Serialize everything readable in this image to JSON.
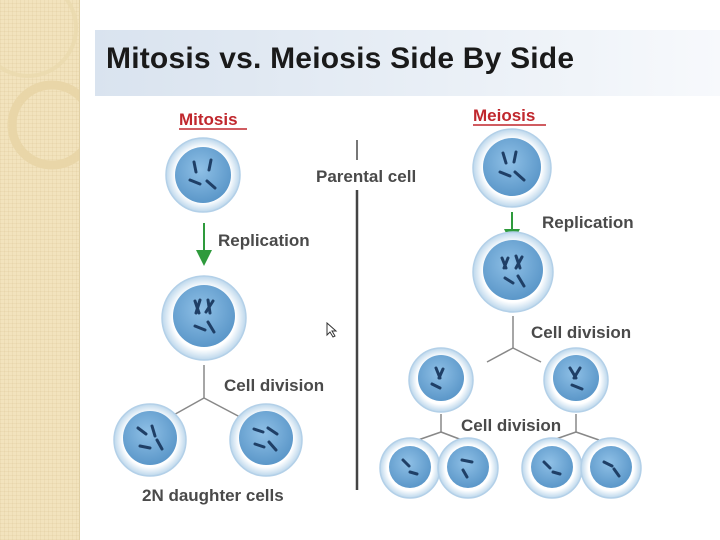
{
  "title": "Mitosis vs. Meiosis Side By Side",
  "colors": {
    "sidebar": "#f2e3bd",
    "banner": "#dfe7f1",
    "heading_red": "#c0272d",
    "label_gray": "#4a4a4a",
    "cell_fill": "#6fa8d6",
    "cell_rim": "#cfe3f2",
    "arrow_green": "#2e9a3c"
  },
  "diagram": {
    "mitosis_heading": "Mitosis",
    "meiosis_heading": "Meiosis",
    "center_label": "Parental cell",
    "mitosis_labels": {
      "replication": "Replication",
      "cell_division": "Cell division",
      "result": "2N daughter cells"
    },
    "meiosis_labels": {
      "replication": "Replication",
      "cell_division_1": "Cell division",
      "cell_division_2": "Cell division"
    }
  }
}
